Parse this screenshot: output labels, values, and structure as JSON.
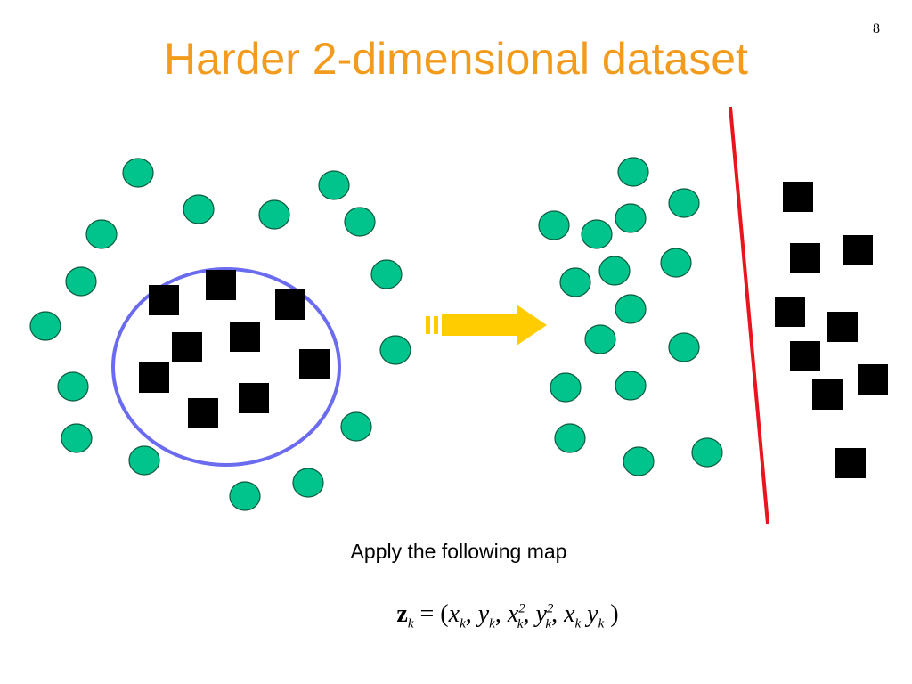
{
  "slide": {
    "title": "Harder 2-dimensional dataset",
    "page_number": "8",
    "caption": "Apply the following map"
  },
  "formula": {
    "lhs_symbol": "z",
    "lhs_sub": "k",
    "equals": "= (",
    "terms": [
      {
        "base": "x",
        "sub": "k",
        "sup": ""
      },
      {
        "base": "y",
        "sub": "k",
        "sup": ""
      },
      {
        "base": "x",
        "sub": "k",
        "sup": "2"
      },
      {
        "base": "y",
        "sub": "k",
        "sup": "2"
      }
    ],
    "last_term_a": "x",
    "last_term_a_sub": "k",
    "last_term_b": "y",
    "last_term_b_sub": "k",
    "close": ")"
  },
  "colors": {
    "title": "#f29b1d",
    "circle_fill": "#00c48c",
    "circle_stroke": "#0b5a3e",
    "square_fill": "#000000",
    "ring": "#6b6bf0",
    "arrow": "#ffcc00",
    "separator": "#e8141e"
  },
  "legend_icons": {
    "class_a": "green-circle-icon",
    "class_b": "black-square-icon",
    "mapping": "right-arrow-icon"
  }
}
